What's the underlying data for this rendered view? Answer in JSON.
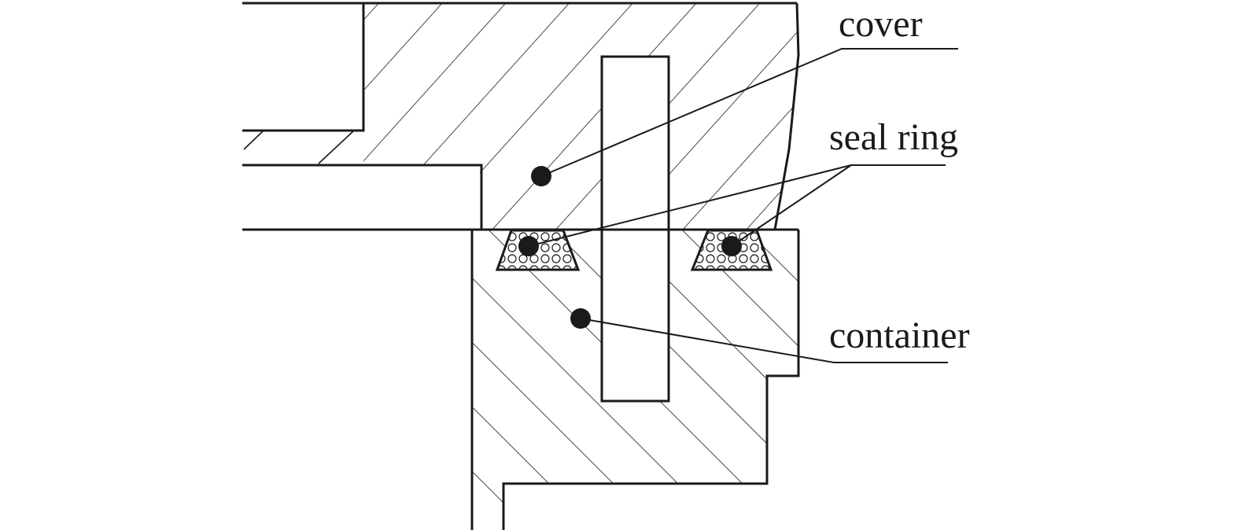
{
  "labels": {
    "cover": "cover",
    "seal_ring": "seal ring",
    "container": "container"
  },
  "colors": {
    "line": "#1a1a1a",
    "background": "#ffffff"
  }
}
